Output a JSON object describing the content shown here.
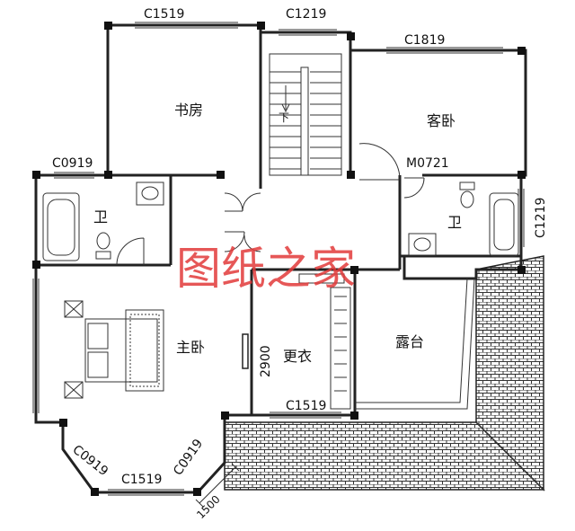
{
  "rooms": {
    "study": "书房",
    "guest_bedroom": "客卧",
    "bath_left": "卫",
    "bath_right": "卫",
    "master_bedroom": "主卧",
    "dressing_room": "更衣",
    "terrace": "露台",
    "stair_down": "下"
  },
  "labels": {
    "win_c1519_top": "C1519",
    "win_c1219_top": "C1219",
    "win_c1819": "C1819",
    "win_c0919_left": "C0919",
    "door_m0721": "M0721",
    "win_c1219_right": "C1219",
    "dim_2900": "2900",
    "win_c1519_mid": "C1519",
    "win_c0919_bl": "C0919",
    "win_c1519_bottom": "C1519",
    "win_c0919_br": "C0919",
    "dim_1500": "1500"
  },
  "watermark": "图纸之家",
  "colors": {
    "wall": "#222222",
    "watermark": "#e23a3a",
    "roof_tile": "#333333"
  }
}
